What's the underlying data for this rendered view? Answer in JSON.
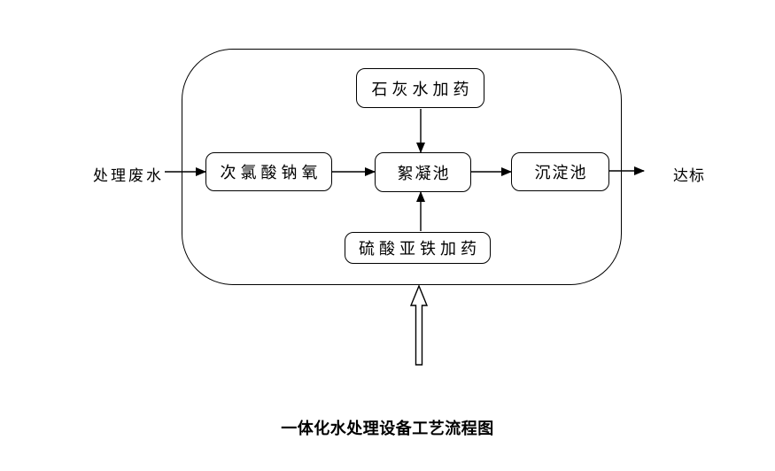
{
  "diagram": {
    "caption": "一体化水处理设备工艺流程图",
    "labels": {
      "input": "处理废水",
      "output": "达标"
    },
    "nodes": [
      {
        "id": "sodium-hypochlorite",
        "label": "次氯酸钠氧"
      },
      {
        "id": "lime-water-dosing",
        "label": "石灰水加药"
      },
      {
        "id": "flocculation-tank",
        "label": "絮凝池"
      },
      {
        "id": "sedimentation-tank",
        "label": "沉淀池"
      },
      {
        "id": "ferrous-sulfate-dosing",
        "label": "硫酸亚铁加药"
      }
    ],
    "edges": [
      {
        "from": "处理废水",
        "to": "次氯酸钠氧"
      },
      {
        "from": "次氯酸钠氧",
        "to": "絮凝池"
      },
      {
        "from": "石灰水加药",
        "to": "絮凝池"
      },
      {
        "from": "硫酸亚铁加药",
        "to": "絮凝池"
      },
      {
        "from": "絮凝池",
        "to": "沉淀池"
      },
      {
        "from": "沉淀池",
        "to": "达标"
      },
      {
        "from": "外部进入(大空心箭头)",
        "to": "系统边界底部"
      }
    ],
    "colors": {
      "line": "#000000",
      "text": "#000000",
      "background": "#ffffff"
    }
  }
}
